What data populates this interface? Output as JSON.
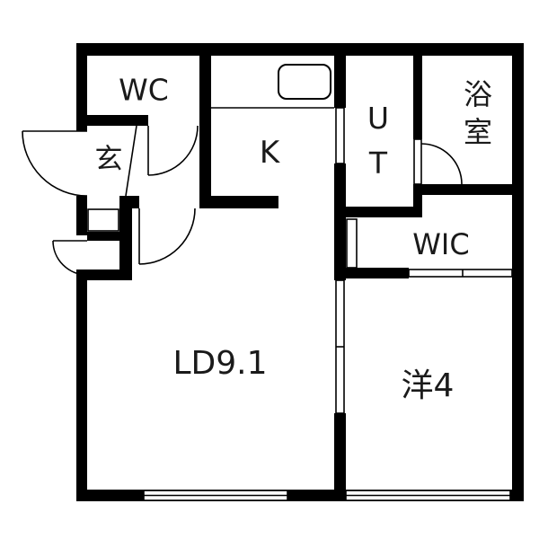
{
  "rooms": {
    "wc": {
      "label": "WC"
    },
    "genkan": {
      "label": "玄"
    },
    "kitchen": {
      "label": "K"
    },
    "utility": {
      "label": "UT"
    },
    "bathroom": {
      "label": "浴室"
    },
    "walk_in_closet": {
      "label": "WIC"
    },
    "living_dining": {
      "label": "LD9.1"
    },
    "western_room": {
      "label": "洋4"
    }
  },
  "colors": {
    "wall": "#000000",
    "background": "#ffffff",
    "text": "#1a1a1a"
  }
}
